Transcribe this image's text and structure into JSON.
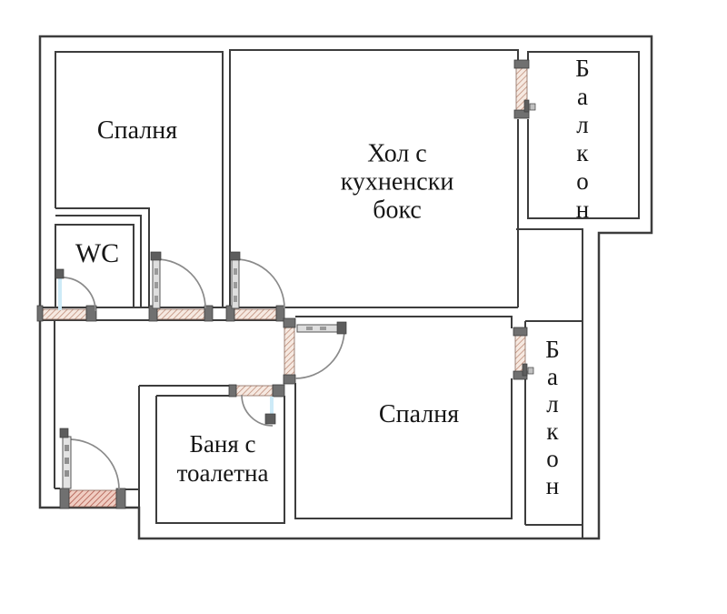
{
  "colors": {
    "wall": "#3d3d3d",
    "arc": "#8a8a8a",
    "hatch_bg": "#f6e9e1",
    "hatch_line": "#bd8a76",
    "entry_hatch_bg": "#f0cdc2",
    "entry_hatch_line": "#ab5245",
    "glass": "#cdeaf7",
    "glass_edge": "#7aa8c0",
    "jamb": "#707070",
    "fitting": "#5d5d5d",
    "text": "#161616"
  },
  "rooms": {
    "bedroom_top": {
      "label": "Спалня"
    },
    "wc": {
      "label": "WC"
    },
    "living": {
      "lines": [
        "Хол с",
        "кухненски",
        "бокс"
      ]
    },
    "balcony_top": {
      "label": "Балкон",
      "letters": [
        "Б",
        "а",
        "л",
        "к",
        "о",
        "н"
      ]
    },
    "bedroom_bottom": {
      "label": "Спалня"
    },
    "bathroom": {
      "lines": [
        "Баня с",
        "тоалетна"
      ]
    },
    "balcony_bottom": {
      "label": "Балкон",
      "letters": [
        "Б",
        "а",
        "л",
        "к",
        "о",
        "н"
      ]
    }
  }
}
